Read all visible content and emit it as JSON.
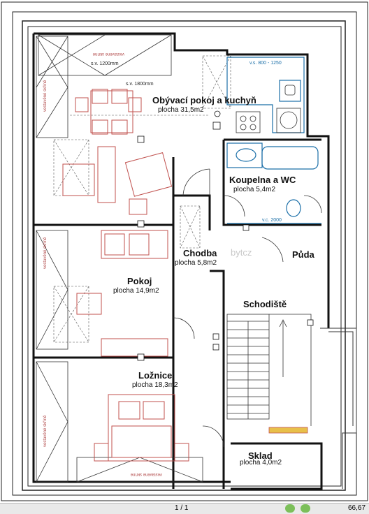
{
  "rooms": {
    "living": {
      "name": "Obývací pokoj a kuchyň",
      "area": "plocha 31,5m2"
    },
    "bath": {
      "name": "Koupelna a WC",
      "area": "plocha 5,4m2"
    },
    "hall": {
      "name": "Chodba",
      "area": "plocha 5,8m2"
    },
    "attic": {
      "name": "Půda"
    },
    "room": {
      "name": "Pokoj",
      "area": "plocha 14,9m2"
    },
    "stairs": {
      "name": "Schodiště"
    },
    "bedroom": {
      "name": "Ložnice",
      "area": "plocha 18,3m2"
    },
    "storage": {
      "name": "Sklad",
      "area": "plocha 4,0m2"
    }
  },
  "dims": {
    "sv1200": "s.v. 1200mm",
    "sv1800": "s.v. 1800mm",
    "vs8001250": "v.s. 800 - 1250",
    "vc2000": "v.c. 2000"
  },
  "wardrobe_label": "vestavěné skříně",
  "watermark": "bytcz",
  "footer": {
    "page": "1 / 1",
    "zoom": "66,67"
  },
  "colors": {
    "wall": "#111111",
    "furniture": "#c0504d",
    "sanitary": "#1b6fa8"
  }
}
